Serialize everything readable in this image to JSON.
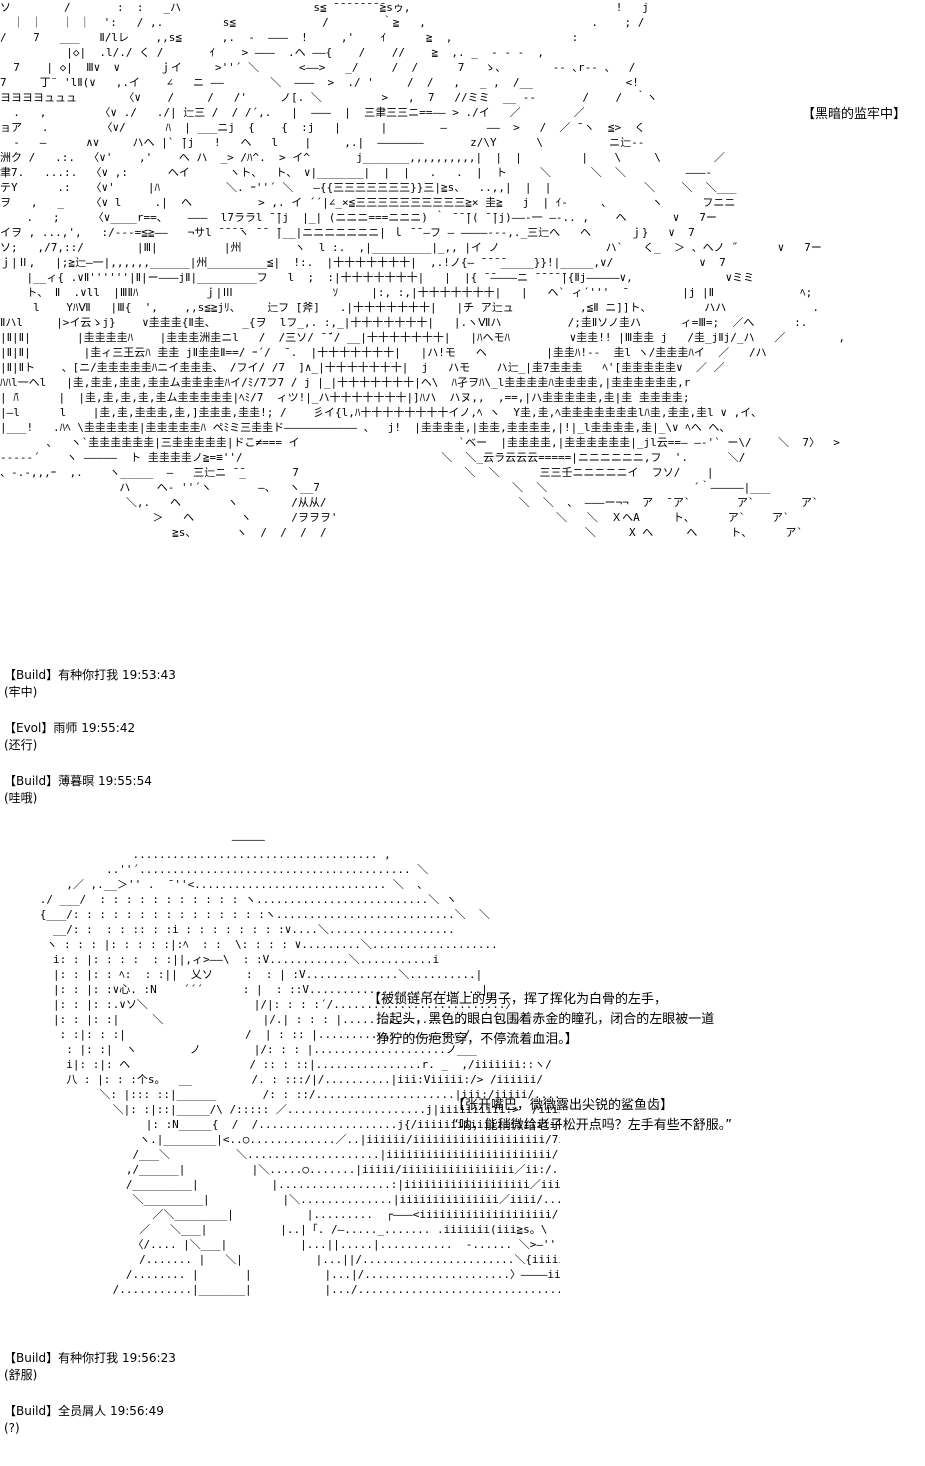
{
  "scene_label": "【黑暗的监牢中】",
  "art_top": "ソ        /       :  :   _ハ                    s≦ ̄ ̄ ̄ ̄ ̄ ̄ ̄ ̄≧sゥ,                               !   j\n  ｜ ｜   ｜ ｜  ':   / ,.         s≦             /        ｀≧   ,                         .    ; /\n/    7   ___   Ⅱ/lレ    ,,s≦      ,.  -  ―――  !     ,'    ｲ      ≧  ,                  :\n          |◇|  .l/./ く /       ｲ    > ―――  .ヘ ――{    /    //    ≧  ,. _  ‐ ‐ ‐  ,\n  7    | ◇|  Ⅲ∨  ∨      ｊイ     >''´ ＼      <――>   _/     /  /      7   ゝ、       -- ､r-- 、  /\n7     丁¨ 'lⅡ(∨   ,.イ    ∠   ニ ――       ＼  ―――  >  ./ '     /  /   ,   _ ,  /__              <!\nヨヨヨヨュュュ       〈∨    /     /   /'     ノ[. ＼         >   ,  7   //ミミ  __ ‐‐       /    /  ｀ヽ\n  .   ,        〈∨ ./   ./| 辷三 /  / /´,.   |  ―――  |  三聿三三ニ==―― > ./イ   ／        ／\nョア   .        〈∨/      ﾊ  | ___ニj  {    {  :j   |      |        ―      ――  >   /  ／ ̄ ヽ  ≦>  く\n  ‐   ―      ∧∨     ハヘ |` ̄|j   !   ヘ   l    |     ,.|  ―――――――       z/\\Y      \\          ニ辷--\n洲ク /   .:.  〈∨'    ,'    ヘ ハ  _> /ﾊ^.  > イ^       j_______,,,,,,,,,,|  |  |         |    \\     \\        ／\n聿7.   ...:.  〈∨ ,:      ヘイ      ヽト、  ト、 ∨|_______|  |  |   .   .  |  ト     ＼      ＼  ＼         ―――-\nテY      .:   〈∨'     |ﾊ          ＼. ｰ''´ ＼   ―{{三三三三三三三}}三|≧s、  ..,,|  |  |              ＼    ＼  ＼___\nヲ   ,   _    〈∨ l     .|  ヘ          > ,. イ ´´|∠_×≦三三三三三三三三三三≧× 圭≧   j  | ｲ-     、      ヽ      フニニ\n    .   ;     〈∨____r==、   ―――  l7ララl ̄ ̄|j  |_| (ニニニ===ニニニ) ｀ ̄ ̄ ̄|( ̄ ̄|j)――‐一 ―‐.. ,    ヘ       ∨   7ー\nイヲ , ...,',   :/---=≦≧――   ¬サl ̄ ̄ ̄ ̄ヽ ̄ ̄  ̄|__|ニニニニニニニ| ｌ ̄ ̄ ―フ ― ――――‐‐-,._三辷へ   ヘ      ｊ}   ∨  7\nソ;   ,/7,::/        |Ⅲ|          |州        ヽ  l :.  ,|_________|_,, |イ ノ                ハ`   く_  ＞ 、ヘノ ˝      ∨   7ー\nｊ|Ⅱ,   |;≧辷―一|,,,,,,______|州_________≦|  !:.  |十十十十十十十|  ,.!ノ{― ̄ ̄ ̄ ̄_____}}!|_____,∨/             ∨  7\n    |__ィ{ .∨Ⅱ''''''|Ⅱ|ー―――jⅡ|_________フ   l  ;  :|十十十十十十十|   |  |{ ̄ ̄――――ニ ̄ ̄ ̄ ̄ ̄|{Ⅱj―――――∨,              ∨ミミ\n    ト、 Ⅱ  .∨ll  |ⅢⅡﾊ          ｊ|Ⅲ               ｿ     |:, :,|十十十十十十十|   |   ヘ` ィ´'''  ̄         |j |Ⅱ             ﾍ;                  ∨ト  、\n     l    YﾊⅦ   |Ⅲ{  ',    ,,s≦≧jﾘ、    辷フ ̄[斧]   .|十十十十十十十|   |チ ア辷ュ          ,≦Ⅱ ニ]]ト、        ハハ             .\nⅡハl     |>イ云ゝj}    ∨圭圭圭{Ⅱ圭、    _{ヲ  lフ_,. :,_|十十十十十十十|   |.ヽⅦハ          /;圭Ⅱソノ圭ハ      ィ=Ⅲ=;  ／へ      :.\n|Ⅱ|Ⅱ|       |圭圭圭圭ﾊ    |圭圭圭洲圭ニl   /  /三ソ/ ̄ ̄´/ __|十十十十十十十|   |ﾊヘモﾊ         ∨圭圭!! |Ⅲ圭圭 j   /圭_jⅡj/_ハ   ／        ,\n|Ⅱ|Ⅱ|        |圭ィ三王云ﾊ 圭圭 jⅡ圭圭Ⅱ==/ ｰ´/  ̄ .  |十十十十十十十|   |ハ!モ   ヘ         |圭圭ﾊ!--  圭l ヽ/圭圭圭ﾊイ  ／   /ハ\n|Ⅱ|Ⅱト    、[ニ/圭圭圭圭圭ﾊニイ圭圭圭、 /フイ/ /7  ]∧_|十十十十十十十|  j   ハモ    ハ辷_|圭7圭圭圭   ﾍ'[圭圭圭圭圭∨  ／ ／\nﾊﾊl一ヘl   |圭,圭圭,圭圭,圭圭ム圭圭圭圭ﾊイ/ﾐ/7フ7 / j |_|十十十十十十十|ヘ\\  ﾊ孑ヲﾊ\\_l圭圭圭圭ﾊ圭圭圭圭,|圭圭圭圭圭圭,r\n| ̄ﾊ      |  |圭,圭,圭,圭,圭ム圭圭圭圭圭|ﾍﾐ/7  ィツ!|_ハ十十十十十十十|]ﾊハ  ハヌ,,  ,==,|ハ圭圭圭圭圭,圭|圭 圭圭圭圭;\n|―l      l    |圭,圭,圭圭圭,圭,]圭圭圭,圭圭!; /    彡イ{l,ﾊ十十十十十十十十イノ,ﾍ ヽ  Y圭,圭,ﾍ圭圭圭圭圭圭圭lﾊ圭,圭圭,圭l ∨ ,イ、\n|___!   .ﾊﾍ \\圭圭圭圭圭|圭圭圭圭圭ﾊ ペﾐミ三圭圭ド――――――――――― 、  j!  |圭圭圭圭,|圭圭,圭圭圭圭,|!|_l圭圭圭圭,圭|_\\∨ ﾍヘ ヘ、\n       、  ヽ`圭圭圭圭圭圭|三圭圭圭圭圭|ドこ≠=== イ                        `ベー  |圭圭圭圭,|圭圭圭圭圭圭|_jl云==― ―‐'` ー\\/    ＼  7〉  >\n--‐-‐´    ヽ ―――――  ト 圭圭圭圭ノ≧=≡''/                              ＼  ＼_云ラ云云云=====|ニニニニニニ,フ  '.      ＼/\n、‐.‐,,,ｰ  ,.    ヽ_____  ―   ̄三辷ニ ̄ ̄_       7                         ＼  ＼      三三壬ニニニニニイ  フソ/    |\n                  ハ    ヘ‐ ''´ヽ       ―、  ヽ__7                             ＼  ＼                      ´｀―――――|___\n                   ＼,.   ヘ       ヽ        /从从/                             ＼  ＼  、 ―――ー¬¬  ̄ア  ̄ ア`       ア`       ア`\n                       ＞   ヘ       ヽ      /ヲヲヲ'                                 ＼   ＼  ＸへA     ト、     ア`    ア`\n                          ≧s、      ヽ  /  /  /  /                                       ＼     X へ     へ     ト、     ア`",
  "chat": [
    {
      "name": "【Build】有种你打我",
      "time": "19:53:43",
      "action": "(牢中)"
    },
    {
      "name": "【Evol】雨师",
      "time": "19:55:42",
      "action": "(还行)"
    },
    {
      "name": "【Build】薄暮暝",
      "time": "19:55:54",
      "action": "(哇哦)"
    },
    {
      "name": "【Build】有种你打我",
      "time": "19:56:23",
      "action": "(舒服)"
    },
    {
      "name": "【Build】全员屑人",
      "time": "19:56:49",
      "action": "(?)"
    }
  ],
  "art_bottom": "                                   ―――――\n                    ..................................... ,\n                ..''´......................................... ＼\n          ,／ ,.__＞'' .  ̄ ''<............................. ＼  、\n      ./ ___/  : : : : : : : : : : : ヽ..........................＼ ヽ\n      {___/: : : : : : : : : : : : : : :ヽ...........................＼  ＼\n        __/: :  : : :: : :i : : : : : : : :∨....＼...................\n       ヽ : : : |: : : : :|:ﾍ  : :  \\: : : : ∨.........＼...................\n        i: : |: : : :  : :||,ィ>――\\  : :V............＼...........i\n        |: : |: : ﾍ:  : :||  乂ソ     :  : | :V..............＼..........|\n        |: : |: :∨心. :N    ´´´      : |  : ::V..........................|\n        |: : |: :.∨ソ＼                |/|: : : :´/..........................〉\n        |: : |: :|     ＼               |/.| : : : |..........................／\n         : :|: : :|                  /  | : :: |....................../\n          : |: :|  ヽ        ノ        |/: : : |....................ノ___\n          i|: :|: ヘ                  / :: : ::|................r. _  ,/iiiiiii::ヽ/ ̄ヽ\n          八 : |: : :个s。  __         /. : :::/|/..........|iii:Viiiii:/> /iiiiii/\n               ＼: |::: ::|______       /: : ::/.....................|iii:/iiiii/...../iiiiii/iiiiii/\\\n                 ＼|: :|::|_____/\\ /::::: ／.....................j|iiiiiiiiii:>  /iiiii:/iiiiii/\n                      |: :N_____{  /  /.....................j{/iiiiiiiiiiiiiiiiiiiii{iiiiii/iiii\\\n                     ヽ.|________|<..○.............／..|iiiiii/iiiiiiiiiiiiiiiiiiii/7iiii/\n                    /___＼          ＼....................|iiiiiiiiiiiiiiiiiiiiiiiii/\n                   ,/______|          |＼.....○.......|iiiii/iiiiiiiiiiiiiiiii／ii:/......\n                   /_________|           |.................:|iiiiiiiiiiiiiiiiiii／iiii/\n                    ＼_________|           |＼..............|iiiiiiiiiiiiiii／iiii/.............\n                       ／＼________|           |.........  ┌―――<iiiiiiiiiiiiiiiiiiii/.............../\n                     ／   ＼___|           |..|「. /―....._....... .iiiiiii(iii≧s。\\\n                    〈/.... |＼___|           |...||.....|...........  -...... ＼>―'' <＼______\n                     /....... |   ＼|           |...||/.......................＼{iiiiiiiiiiiiiiiiiiii:＼＼......\n                   /........ |       |           |...|/......................〉――――iiiiii:ヽ/\\......\n                 /...........|_______|           |.../................................/[>。iiiiiiiiiiiiiiii].|.........",
  "narration_1": "【被锁链吊在墙上的男子，挥了挥化为白骨的左手，\n  抬起头，黑色的眼白包围着赤金的瞳孔，闭合的左眼被一道\n  狰狞的伤疤贯穿，不停流着血泪。】",
  "narration_2": "【张开嘴巴，微微露出尖锐的鲨鱼齿】\n“呐，能稍微给老子松开点吗？左手有些不舒服。”"
}
